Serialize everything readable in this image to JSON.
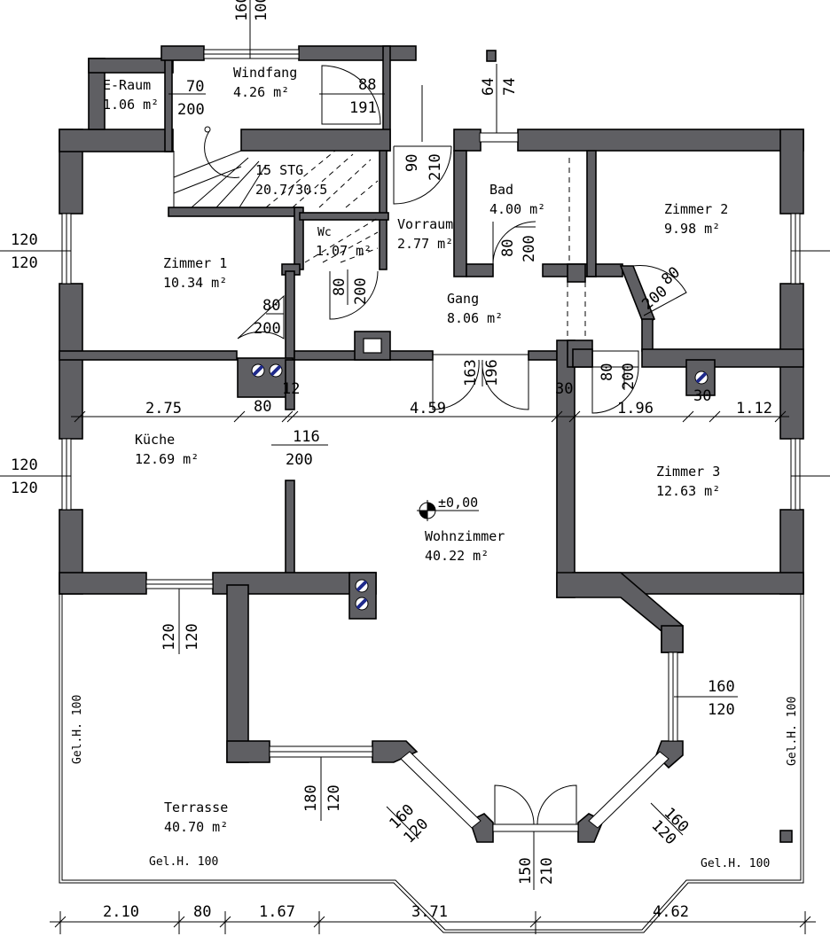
{
  "rooms": {
    "eraum": {
      "name": "E-Raum",
      "area": "1.06 m²"
    },
    "windfang": {
      "name": "Windfang",
      "area": "4.26 m²"
    },
    "stg": {
      "name": "15 STG",
      "area": "20.7/30.5"
    },
    "wc": {
      "name": "Wc",
      "area": "1.07 m²"
    },
    "vorraum": {
      "name": "Vorraum",
      "area": "2.77 m²"
    },
    "bad": {
      "name": "Bad",
      "area": "4.00 m²"
    },
    "zimmer2": {
      "name": "Zimmer 2",
      "area": "9.98 m²"
    },
    "zimmer1": {
      "name": "Zimmer 1",
      "area": "10.34 m²"
    },
    "gang": {
      "name": "Gang",
      "area": "8.06 m²"
    },
    "kueche": {
      "name": "Küche",
      "area": "12.69 m²"
    },
    "wohnzimmer": {
      "name": "Wohnzimmer",
      "area": "40.22 m²"
    },
    "zimmer3": {
      "name": "Zimmer 3",
      "area": "12.63 m²"
    },
    "terrasse": {
      "name": "Terrasse",
      "area": "40.70 m²"
    }
  },
  "level_marker": "±0,00",
  "railing": {
    "gel_h": "Gel.H. 100"
  },
  "openings": {
    "top_a": "160",
    "top_b": "100",
    "eraum_a": "70",
    "eraum_b": "200",
    "windfang_a": "88",
    "windfang_b": "191",
    "bad_win_a": "64",
    "bad_win_b": "74",
    "vorraum_a": "90",
    "vorraum_b": "210",
    "bad_door_a": "80",
    "bad_door_b": "200",
    "z2_door_a": "80",
    "z2_door_b": "200",
    "z1_door_a": "80",
    "z1_door_b": "200",
    "wc_door_a": "80",
    "wc_door_b": "200",
    "left_win1_a": "120",
    "left_win1_b": "120",
    "left_win2_a": "120",
    "left_win2_b": "120",
    "gang_door_a": "163",
    "gang_door_b": "196",
    "z3_door_a": "80",
    "z3_door_b": "200",
    "kueche_door_a": "116",
    "kueche_door_b": "200",
    "kueche_win_a": "120",
    "kueche_win_b": "120",
    "bay_right_a": "160",
    "bay_right_b": "120",
    "wohn_win_a": "180",
    "wohn_win_b": "120",
    "bay_diag_l_a": "160",
    "bay_diag_l_b": "120",
    "bay_diag_r_a": "160",
    "bay_diag_r_b": "120",
    "bay_door_a": "150",
    "bay_door_b": "210"
  },
  "dim_mid": [
    "2.75",
    "80",
    "12",
    "4.59",
    "30",
    "1.96",
    "30",
    "1.12"
  ],
  "dim_bottom": [
    "2.10",
    "80",
    "1.67",
    "3.71",
    "4.62"
  ]
}
